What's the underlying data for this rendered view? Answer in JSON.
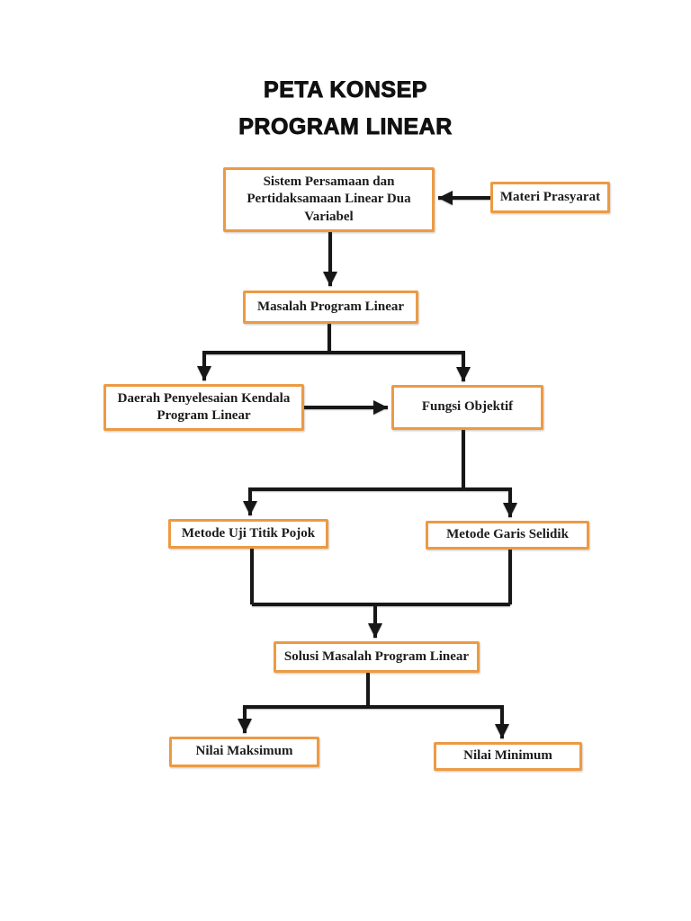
{
  "title": {
    "line1": "PETA KONSEP",
    "line2": "PROGRAM LINEAR"
  },
  "colors": {
    "page_bg": "#ffffff",
    "box_bg": "#ffffff",
    "box_border": "#EC9A44",
    "line_color": "#171717",
    "text_color": "#1c1c1c",
    "title_color": "#111111"
  },
  "nodes": {
    "sistem": {
      "label": "Sistem Persamaan dan Pertidaksamaan Linear Dua Variabel"
    },
    "materi": {
      "label": "Materi Prasyarat"
    },
    "masalah": {
      "label": "Masalah Program Linear"
    },
    "daerah": {
      "label": "Daerah Penyelesaian Kendala Program Linear"
    },
    "fungsi": {
      "label": "Fungsi Objektif"
    },
    "pojok": {
      "label": "Metode Uji Titik Pojok"
    },
    "selidik": {
      "label": "Metode Garis Selidik"
    },
    "solusi": {
      "label": "Solusi Masalah Program Linear"
    },
    "maksimum": {
      "label": "Nilai Maksimum"
    },
    "minimum": {
      "label": "Nilai Minimum"
    }
  },
  "edges": [
    {
      "from": "materi",
      "to": "sistem"
    },
    {
      "from": "sistem",
      "to": "masalah"
    },
    {
      "from": "masalah",
      "to": "daerah"
    },
    {
      "from": "masalah",
      "to": "fungsi"
    },
    {
      "from": "daerah",
      "to": "fungsi"
    },
    {
      "from": "fungsi",
      "to": "pojok"
    },
    {
      "from": "fungsi",
      "to": "selidik"
    },
    {
      "from": "pojok",
      "to": "solusi"
    },
    {
      "from": "selidik",
      "to": "solusi"
    },
    {
      "from": "solusi",
      "to": "maksimum"
    },
    {
      "from": "solusi",
      "to": "minimum"
    }
  ]
}
